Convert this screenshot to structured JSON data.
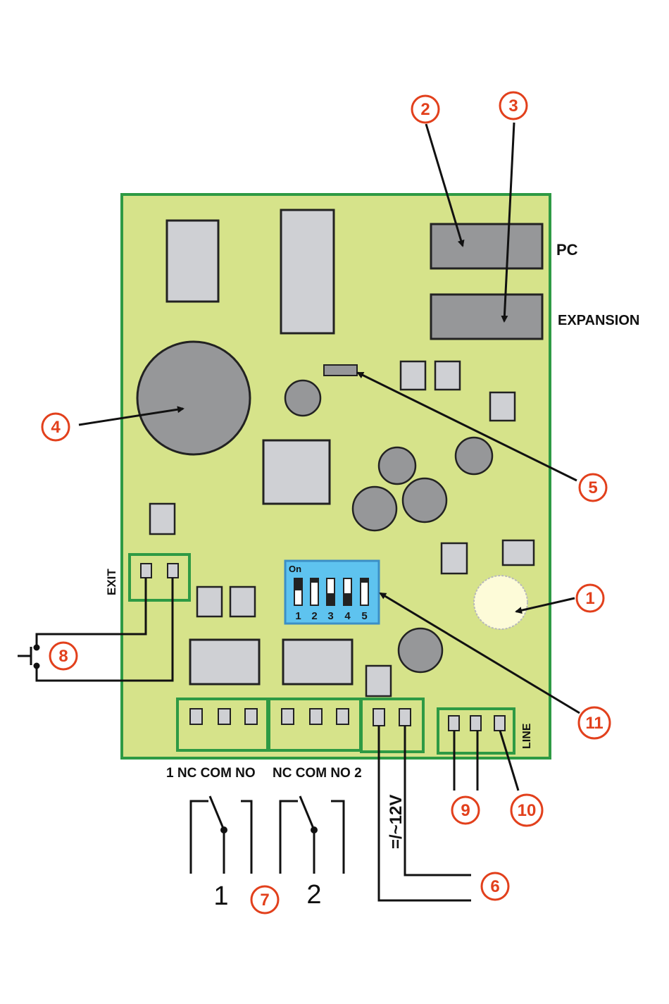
{
  "colors": {
    "board": "#d6e38a",
    "board_border": "#2e9a44",
    "component": "#cfd0d4",
    "round_component": "#969799",
    "callout": "#e2401c",
    "dip_switch": "#5ec3ef",
    "led": "#fdfbd8"
  },
  "labels": {
    "pc": "PC",
    "expansion": "EXPANSION",
    "exit": "EXIT",
    "line": "LINE",
    "relay1_terminals": "1 NC COM NO",
    "relay2_terminals": "NC COM NO 2",
    "power": "=/~12V",
    "dip_on": "On",
    "relay1_digit": "1",
    "relay2_digit": "2"
  },
  "dip_switch_numbers": [
    "1",
    "2",
    "3",
    "4",
    "5"
  ],
  "callouts": [
    "1",
    "2",
    "3",
    "4",
    "5",
    "6",
    "7",
    "8",
    "9",
    "10",
    "11"
  ]
}
